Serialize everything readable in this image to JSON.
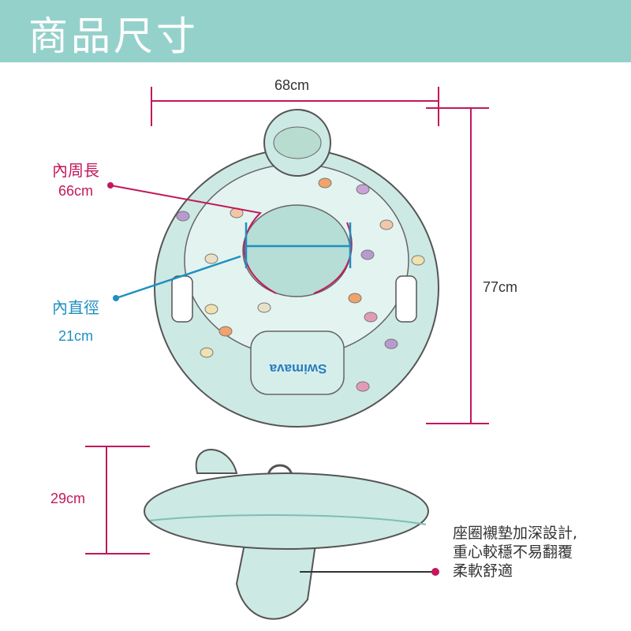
{
  "header": {
    "title": "商品尺寸"
  },
  "dimensions": {
    "width": "68cm",
    "length": "77cm",
    "height": "29cm",
    "inner_circumference_label": "內周長",
    "inner_circumference_value": "66cm",
    "inner_diameter_label": "內直徑",
    "inner_diameter_value": "21cm"
  },
  "product": {
    "logo_text": "Swimava"
  },
  "note": {
    "lines": [
      "座圈襯墊加深設計,",
      "重心較穩不易翻覆",
      "柔軟舒適"
    ]
  },
  "colors": {
    "header": "#95d1cb",
    "magenta": "#c2185b",
    "blue": "#1f8fc0",
    "float": "#cde9e4"
  }
}
